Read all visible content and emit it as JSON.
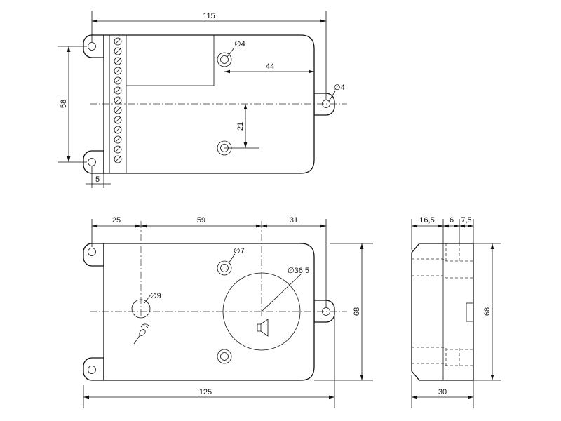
{
  "top_view": {
    "dim_overall_width": "115",
    "dim_hole_spacing": "58",
    "dim_terminal_offset": "5",
    "label_mount_hole": "∅4",
    "label_ear_hole": "∅4",
    "dim_hole_to_edge": "44",
    "dim_hole_vertical": "21"
  },
  "front_view": {
    "dim_seg1": "25",
    "dim_seg2": "59",
    "dim_seg3": "31",
    "label_hole": "∅7",
    "label_speaker": "∅36,5",
    "label_mic": "∅9",
    "dim_height": "68",
    "dim_total_width": "125"
  },
  "side_view": {
    "dim_seg1": "16,5",
    "dim_seg2": "6",
    "dim_seg3": "7,5",
    "dim_height": "68",
    "dim_width": "30"
  }
}
